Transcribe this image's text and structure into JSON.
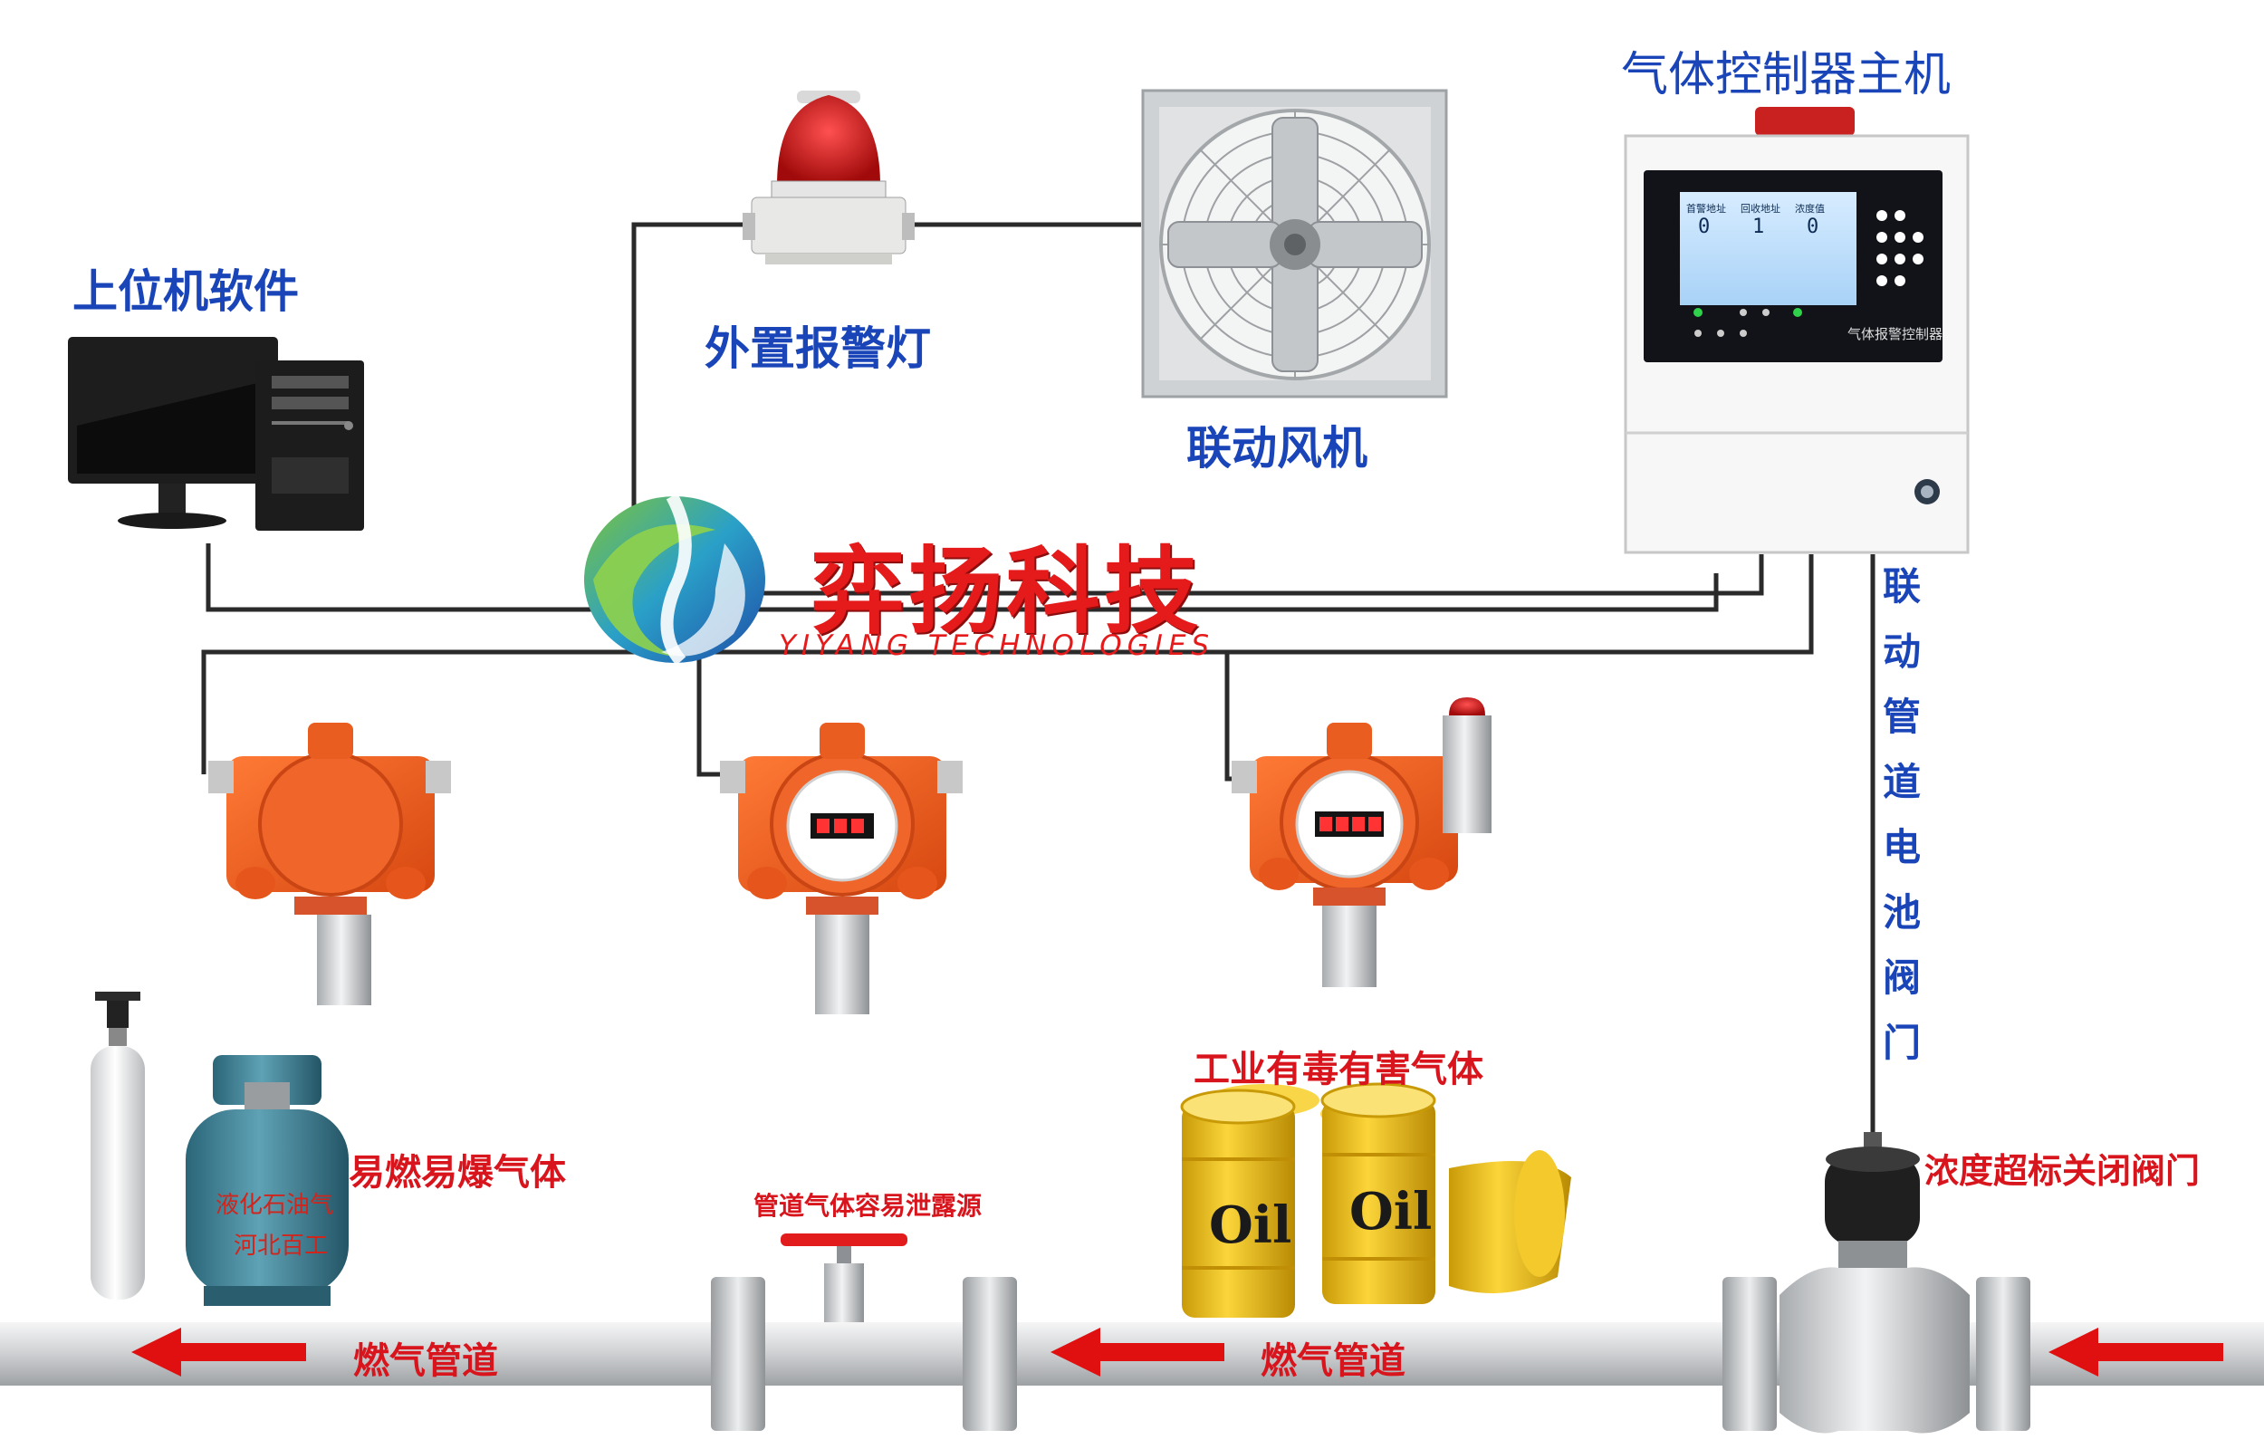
{
  "labels": {
    "host_software": "上位机软件",
    "external_alarm_light": "外置报警灯",
    "linked_fan": "联动风机",
    "controller_host": "气体控制器主机",
    "linked_valve": "联动管道电池阀门",
    "industrial_toxic_gas": "工业有毒有害气体",
    "flammable_gas": "易燃易爆气体",
    "pipeline_leak_source": "管道气体容易泄露源",
    "overlimit_close_valve": "浓度超标关闭阀门",
    "gas_pipeline_left": "燃气管道",
    "gas_pipeline_mid": "燃气管道"
  },
  "brand": {
    "name_cn": "弈扬科技",
    "name_en": "YIYANG TECHNOLOGIES"
  },
  "controller_panel": {
    "model_text": "气体报警控制器",
    "lcd_headers": [
      "首警地址",
      "回收地址",
      "浓度值"
    ],
    "lcd_values": [
      "0",
      "1",
      "0"
    ]
  },
  "cylinder": {
    "label_top": "液化石油气",
    "label_bottom": "河北百工"
  },
  "barrels": {
    "label": "Oil"
  },
  "colors": {
    "label_blue": "#1a45b8",
    "label_red": "#d8151d",
    "detector_orange": "#ee5a1c",
    "brand_red": "#e51b1b",
    "pipe_gray": "#c4c6c8",
    "arrow_red": "#e01010",
    "barrel_yellow": "#f2c21a",
    "cylinder_blue": "#3f7f93"
  }
}
